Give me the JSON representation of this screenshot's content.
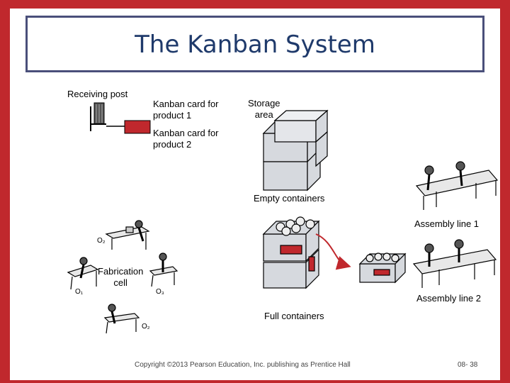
{
  "slide": {
    "title": "The Kanban System",
    "labels": {
      "receiving_post": "Receiving post",
      "kanban_card_1": [
        "Kanban card for",
        "product 1"
      ],
      "kanban_card_2": [
        "Kanban card for",
        "product 2"
      ],
      "storage_area": [
        "Storage",
        "area"
      ],
      "empty_containers": "Empty containers",
      "assembly_line_1": "Assembly line 1",
      "assembly_line_2": "Assembly line 2",
      "full_containers": "Full containers",
      "fabrication_cell": [
        "Fabrication",
        "cell"
      ],
      "o1": "O₁",
      "o2_top": "O₂",
      "o2_bottom": "O₂",
      "o3": "O₃"
    },
    "footer": {
      "copyright": "Copyright ©2013 Pearson Education, Inc. publishing as Prentice Hall",
      "page": "08- 38"
    },
    "colors": {
      "frame": "#c0282d",
      "title": "#1f3a6b",
      "card_red": "#c0282d",
      "arrow_red": "#c0282d",
      "container_gray": "#d6d9de"
    }
  }
}
